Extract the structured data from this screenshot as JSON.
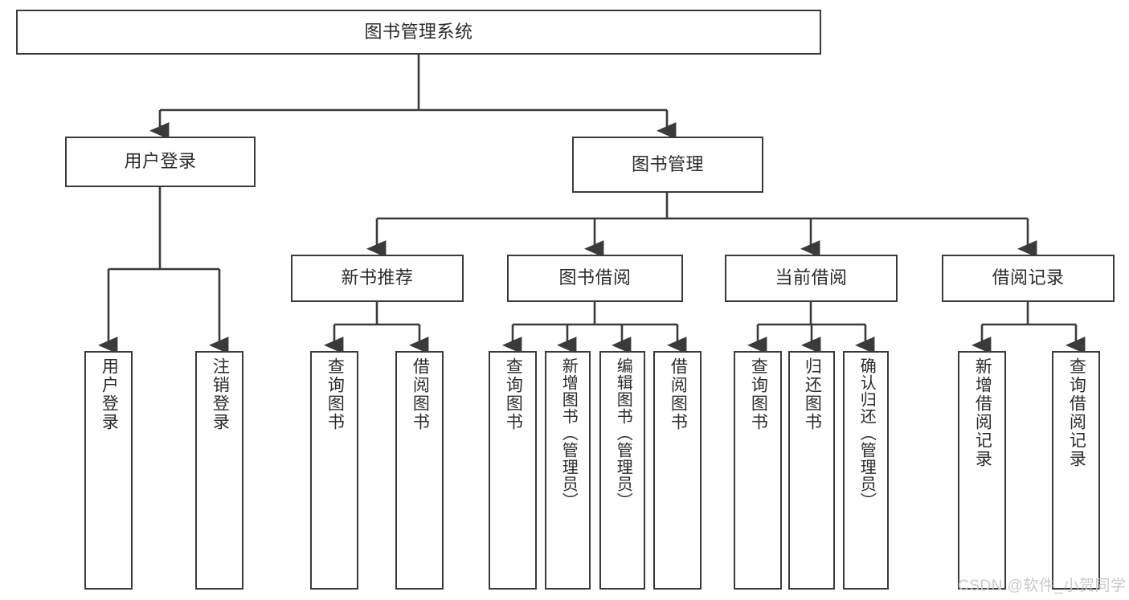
{
  "diagram": {
    "title": "图书管理系统",
    "type": "tree-hierarchy",
    "stroke_color": "#3a3a3a",
    "text_color": "#2b2b2b",
    "background": "#ffffff"
  },
  "nodes": {
    "root": {
      "label": "图书管理系统"
    },
    "level1": [
      {
        "id": "user-login",
        "label": "用户登录"
      },
      {
        "id": "book-management",
        "label": "图书管理"
      }
    ],
    "level2": [
      {
        "id": "new-book-recommend",
        "label": "新书推荐"
      },
      {
        "id": "book-borrow",
        "label": "图书借阅"
      },
      {
        "id": "current-borrow",
        "label": "当前借阅"
      },
      {
        "id": "borrow-record",
        "label": "借阅记录"
      }
    ],
    "leaves": {
      "user_login": [
        {
          "id": "leaf-user-login",
          "label": "用户登录"
        },
        {
          "id": "leaf-logout",
          "label": "注销登录"
        }
      ],
      "new_book_recommend": [
        {
          "id": "leaf-query-book-1",
          "label": "查询图书"
        },
        {
          "id": "leaf-borrow-book-1",
          "label": "借阅图书"
        }
      ],
      "book_borrow": [
        {
          "id": "leaf-query-book-2",
          "label": "查询图书"
        },
        {
          "id": "leaf-add-book",
          "label": "新增图书（管理员）"
        },
        {
          "id": "leaf-edit-book",
          "label": "编辑图书（管理员）"
        },
        {
          "id": "leaf-borrow-book-2",
          "label": "借阅图书"
        }
      ],
      "current_borrow": [
        {
          "id": "leaf-query-book-3",
          "label": "查询图书"
        },
        {
          "id": "leaf-return-book",
          "label": "归还图书"
        },
        {
          "id": "leaf-confirm-return",
          "label": "确认归还（管理员）"
        }
      ],
      "borrow_record": [
        {
          "id": "leaf-add-record",
          "label": "新增借阅记录"
        },
        {
          "id": "leaf-query-record",
          "label": "查询借阅记录"
        }
      ]
    }
  },
  "watermark": {
    "text": "CSDN @软件_小贺同学"
  }
}
